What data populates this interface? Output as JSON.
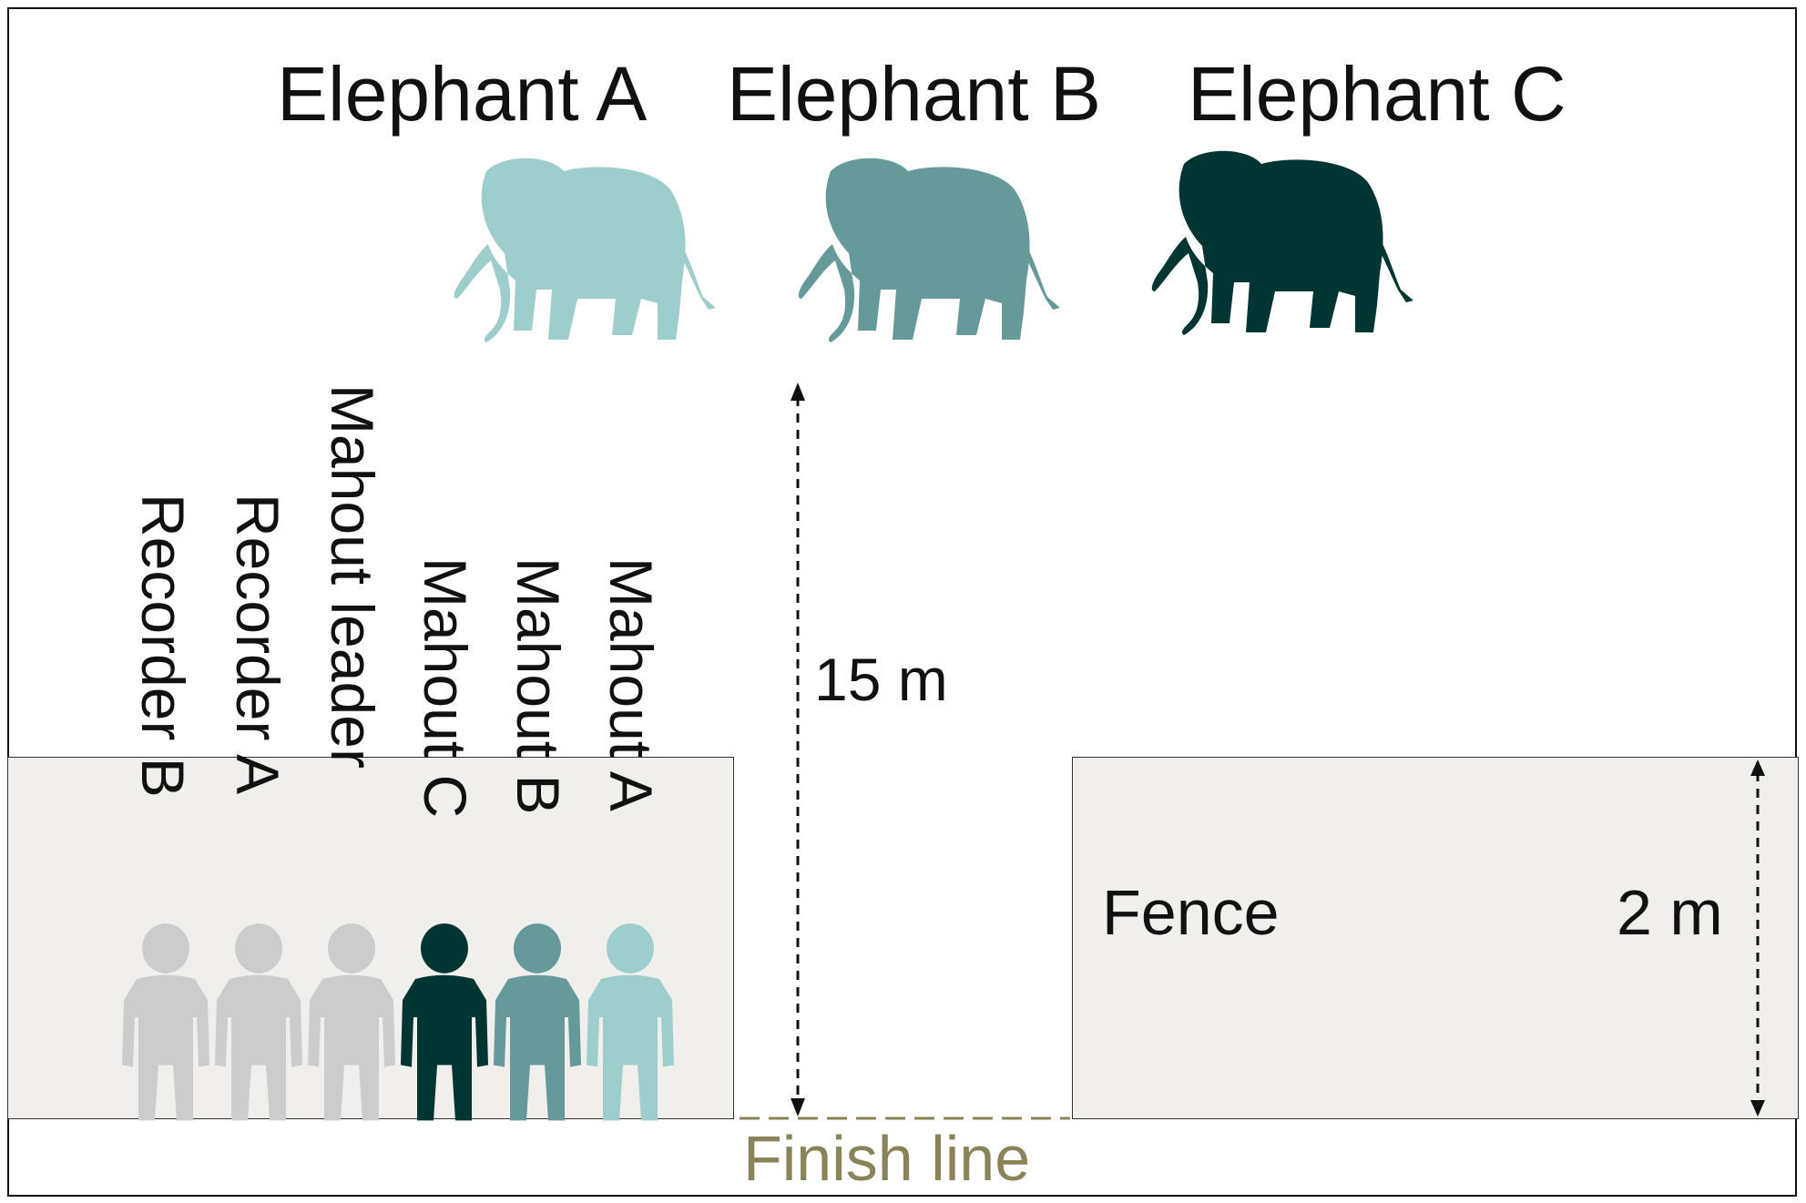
{
  "elephants": [
    {
      "label": "Elephant A",
      "color": "#9dcdcc",
      "icon": "elephant-icon"
    },
    {
      "label": "Elephant B",
      "color": "#66999a",
      "icon": "elephant-icon"
    },
    {
      "label": "Elephant C",
      "color": "#013534",
      "icon": "elephant-icon"
    }
  ],
  "people": [
    {
      "label": "Recorder B",
      "color": "#cccccc",
      "icon": "person-icon"
    },
    {
      "label": "Recorder A",
      "color": "#cccccc",
      "icon": "person-icon"
    },
    {
      "label": "Mahout leader",
      "color": "#cccccc",
      "icon": "person-icon"
    },
    {
      "label": "Mahout C",
      "color": "#013534",
      "icon": "person-icon"
    },
    {
      "label": "Mahout B",
      "color": "#66999a",
      "icon": "person-icon"
    },
    {
      "label": "Mahout A",
      "color": "#9dcdcc",
      "icon": "person-icon"
    }
  ],
  "distance_label": "15 m",
  "fence_label": "Fence",
  "fence_height_label": "2 m",
  "finish_label": "Finish line",
  "colors": {
    "fence_fill": "#f0efec",
    "finish_line": "#8b8358"
  }
}
